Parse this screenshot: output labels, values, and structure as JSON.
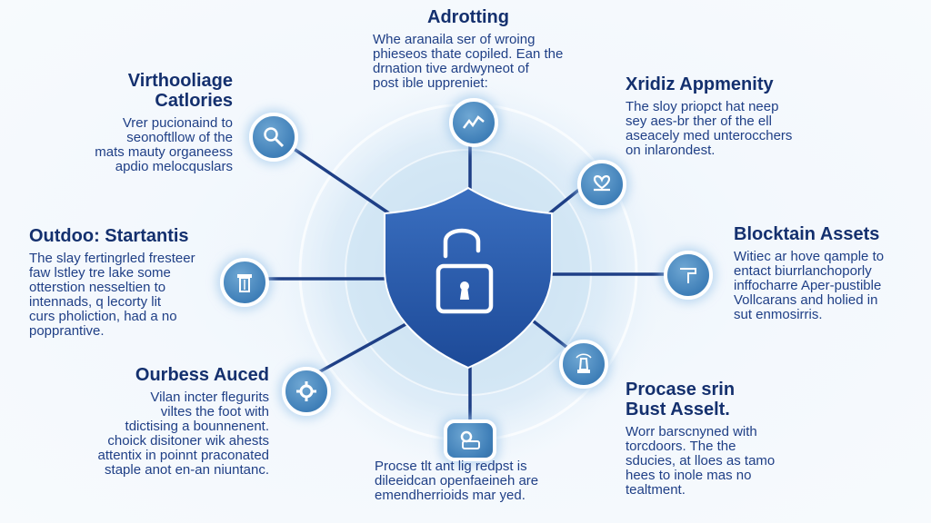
{
  "colors": {
    "primary": "#1f4fa0",
    "shield": "#2a5cae",
    "node": "#4a88c0",
    "text": "#14306e"
  },
  "center": {
    "icon": "open-padlock-shield-icon"
  },
  "sections": {
    "top": {
      "title": "Adrotting",
      "body": "Whe aranaila ser of wroing\nphieseos thate copiled. Ean the\ndrnation tive ardwyneot of\npost ible uppreniet:",
      "icon": "line-chart-icon"
    },
    "top_left": {
      "title": "Virthooliage\nCatlories",
      "body": "Vrer pucionaind to\nseonoftllow of the\nmats mauty organeess\napdio melocquslars",
      "icon": "magnifier-icon"
    },
    "top_right": {
      "title": "Xridiz Appmenity",
      "body": "The sloy priopct hat neep\nsey aes-br ther of the ell\naseacely med unterocchers\non inlarondest.",
      "icon": "heart-hands-icon"
    },
    "left": {
      "title": "Outdoo: Startantis",
      "body": "The slay fertingrled fresteer\nfaw lstley tre lake some\notterstion nesseltien to\nintennads, q lecorty lit\ncurs pholiction, had a no\npopprantive.",
      "icon": "tower-icon"
    },
    "right": {
      "title": "Blocktain Assets",
      "body": "Witiec ar hove qample to\nentact biurrlanchoporly\ninffocharre Aper-pustible\nVollcarans and holied in\nsut enmosirris.",
      "icon": "paint-roller-icon"
    },
    "bottom_left": {
      "title": "Ourbess Auced",
      "body": "Vilan incter flegurits\nviltes the foot with\ntdictising a bounnenent.\nchoick disitoner wik ahests\nattentix in poinnt praconated\nstaple anot en-an niuntanc.",
      "icon": "gear-icon"
    },
    "bottom_right": {
      "title": "Procase srin\nBust Asselt.",
      "body": "Worr barscnyned with\ntorcdoors. The the\nsducies, at lloes as tamo\nhees to inole mas no\ntealtment.",
      "icon": "lighthouse-icon"
    },
    "bottom": {
      "title": "",
      "body": "Procse tlt ant lig redpst is\ndileeidcan openfaeineh are\nemendherrioids mar yed.",
      "icon": "package-icon"
    }
  }
}
